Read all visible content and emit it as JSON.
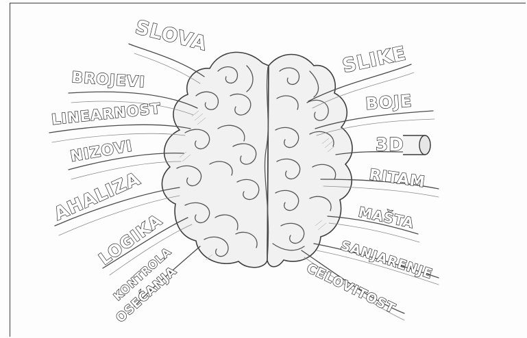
{
  "illustration": {
    "left_labels": [
      {
        "id": "slova",
        "text": "SLOVA"
      },
      {
        "id": "brojevi",
        "text": "BROJEVI"
      },
      {
        "id": "linearnost",
        "text": "LINEARNOST"
      },
      {
        "id": "nizovi",
        "text": "NIZOVI"
      },
      {
        "id": "analiza",
        "text": "AHALIZA"
      },
      {
        "id": "logika",
        "text": "LOGIKA"
      },
      {
        "id": "kontrola",
        "text": "KONTROLA"
      },
      {
        "id": "osecanja",
        "text": "OSEĆANJA"
      }
    ],
    "right_labels": [
      {
        "id": "slike",
        "text": "SLIKE"
      },
      {
        "id": "boje",
        "text": "BOJE"
      },
      {
        "id": "threed",
        "text": "3D"
      },
      {
        "id": "ritam",
        "text": "RITAM"
      },
      {
        "id": "masta",
        "text": "MAŠTA"
      },
      {
        "id": "sanjarenje",
        "text": "SANJARENJE"
      },
      {
        "id": "celovitost",
        "text": "CELOVITOST"
      }
    ],
    "colors": {
      "paper": "#fdfdfd",
      "pencil": "#3e3e3e",
      "brain_fill": "#f1f1f1"
    }
  }
}
